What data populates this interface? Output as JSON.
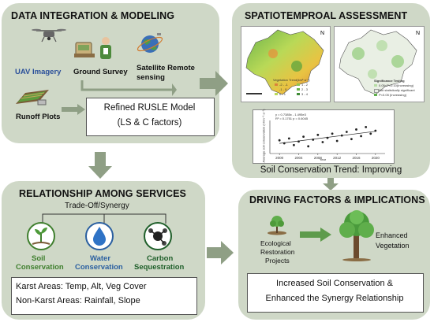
{
  "colors": {
    "panel_bg": "#cfd8c7",
    "arrow": "#8f9f85",
    "uav_label": "#2a4f9a",
    "soil": "#3f7f2e",
    "water": "#2a5fa0",
    "carbon": "#1f5f2a"
  },
  "integration": {
    "title": "DATA INTEGRATION & MODELING",
    "uav_label": "UAV Imagery",
    "ground_label": "Ground Survey",
    "satellite_label": "Satellite Remote sensing",
    "runoff_label": "Runoff Plots",
    "model_line1": "Refined RUSLE Model",
    "model_line2": "(LS & C factors)"
  },
  "assessment": {
    "title": "SPATIOTEMPROAL ASSESSMENT",
    "trend_caption": "Soil Conservation Trend: Improving",
    "map1_legend_title": "Vegetation Trend(km²·a⁻¹)",
    "map1_legend_items": [
      "-2 - -1",
      "-1 - 0",
      "0 - 1",
      "1 - 2",
      "2 - 3",
      "3 - 4"
    ],
    "map2_legend_title": "Significance Testing",
    "map2_legend_items": [
      "0.05<P<0.10(Increasing)",
      "Not statistically significant",
      "P<0.05 (Increasing)"
    ],
    "chart_equation": "y = 0.7385x - 1.495e3",
    "chart_r2": "R² = 0.1751    p = 0.6045",
    "chart_xlabel": "Year",
    "chart_ylabel": "Average soil conservation (t·hm⁻²·a⁻¹)",
    "chart_xticks": [
      "2000",
      "2004",
      "2008",
      "2012",
      "2016",
      "2020"
    ]
  },
  "chart_data": {
    "type": "scatter",
    "title": "",
    "xlabel": "Year",
    "ylabel": "Average soil conservation (t·hm⁻²·a⁻¹)",
    "x": [
      2000,
      2001,
      2002,
      2003,
      2004,
      2005,
      2006,
      2007,
      2008,
      2009,
      2010,
      2011,
      2012,
      2013,
      2014,
      2015,
      2016,
      2017,
      2018,
      2019,
      2020
    ],
    "y": [
      0.52,
      0.47,
      0.55,
      0.44,
      0.5,
      0.58,
      0.42,
      0.53,
      0.61,
      0.49,
      0.56,
      0.63,
      0.51,
      0.6,
      0.66,
      0.54,
      0.7,
      0.59,
      0.74,
      0.63,
      0.68
    ],
    "xlim": [
      1998,
      2022
    ],
    "ylim": [
      0.3,
      0.85
    ],
    "trendline": true
  },
  "relationship": {
    "title": "RELATIONSHIP AMONG SERVICES",
    "tradeoff": "Trade-Off/Synergy",
    "soil_line1": "Soil",
    "soil_line2": "Conservation",
    "water_line1": "Water",
    "water_line2": "Conservation",
    "carbon_line1": "Carbon",
    "carbon_line2": "Sequestration",
    "karst": "Karst Areas: Temp, Alt, Veg Cover",
    "nonkarst": "Non-Karst Areas: Rainfall, Slope"
  },
  "driving": {
    "title": "DRIVING FACTORS & IMPLICATIONS",
    "restoration_line1": "Ecological",
    "restoration_line2": "Restoration",
    "restoration_line3": "Projects",
    "enhanced_line1": "Enhanced",
    "enhanced_line2": "Vegetation",
    "result_line1": "Increased Soil Conservation &",
    "result_line2": "Enhanced the Synergy Relationship"
  }
}
